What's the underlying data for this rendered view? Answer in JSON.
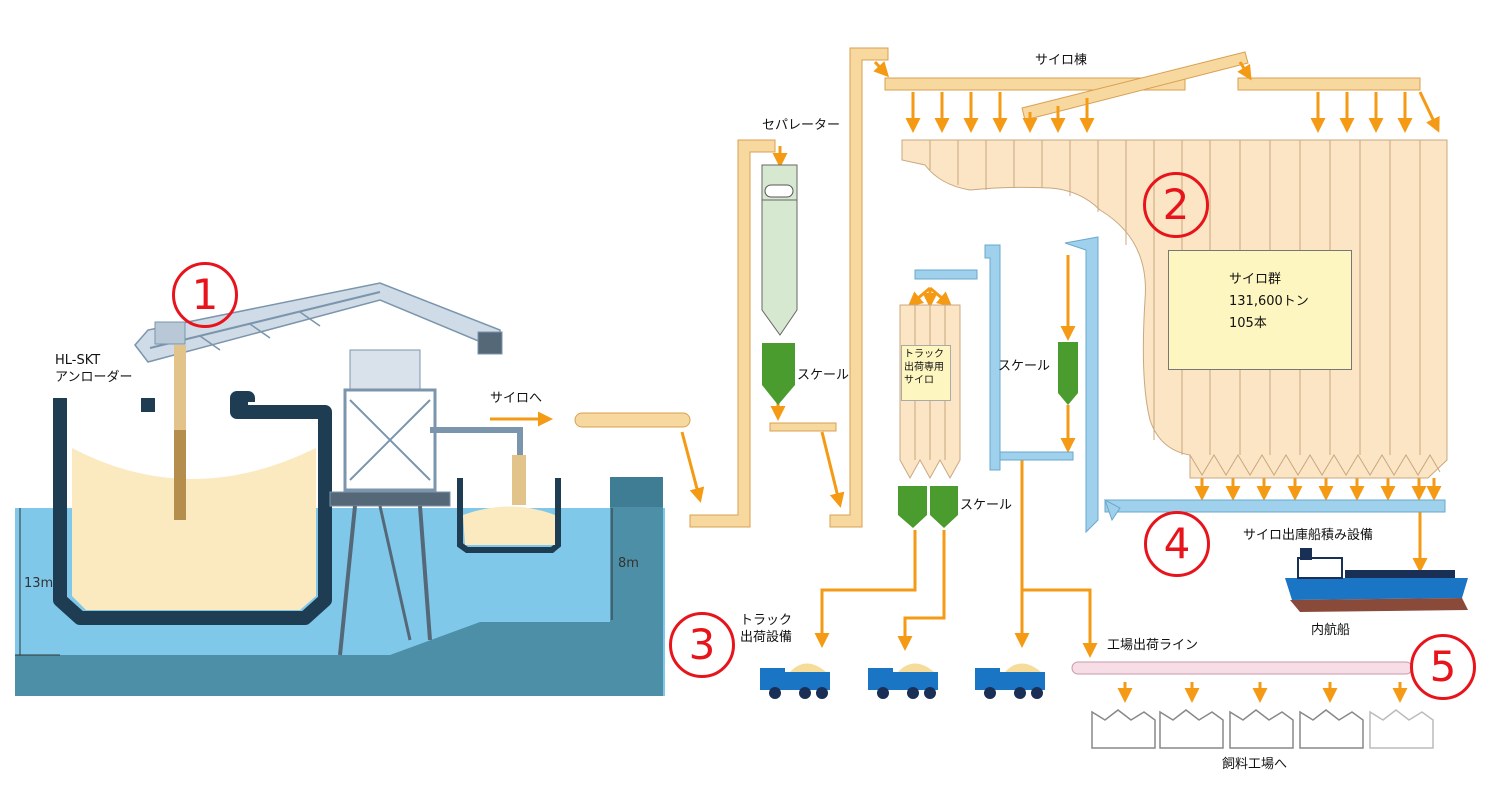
{
  "labels": {
    "unloader": "HL-SKT\nアンローダー",
    "to_silo": "サイロへ",
    "separator": "セパレーター",
    "scale_1": "スケール",
    "silo_building": "サイロ棟",
    "scale_2": "スケール",
    "scale_3": "スケール",
    "truck_silo": "トラック\n出荷専用\nサイロ",
    "truck_shipping": "トラック\n出荷設備",
    "silo_ship_loading": "サイロ出庫船積み設備",
    "coastal_ship": "内航船",
    "factory_line": "工場出荷ライン",
    "to_feed_factory": "飼料工場へ",
    "depth_13m": "13m",
    "depth_8m": "8m"
  },
  "silo_group": {
    "name": "サイロ群",
    "capacity": "131,600トン",
    "count": "105本"
  },
  "badges": [
    "1",
    "2",
    "3",
    "4",
    "5"
  ],
  "colors": {
    "arrow": "#f59a14",
    "conveyor": "#f7d9a0",
    "silo": "#fbe5c4",
    "water": "#7fc8ea",
    "pipe_blue": "#9fd0ec",
    "scale_green": "#4b9c2e",
    "truck_blue": "#1a75c4",
    "badge_red": "#e8141b"
  }
}
